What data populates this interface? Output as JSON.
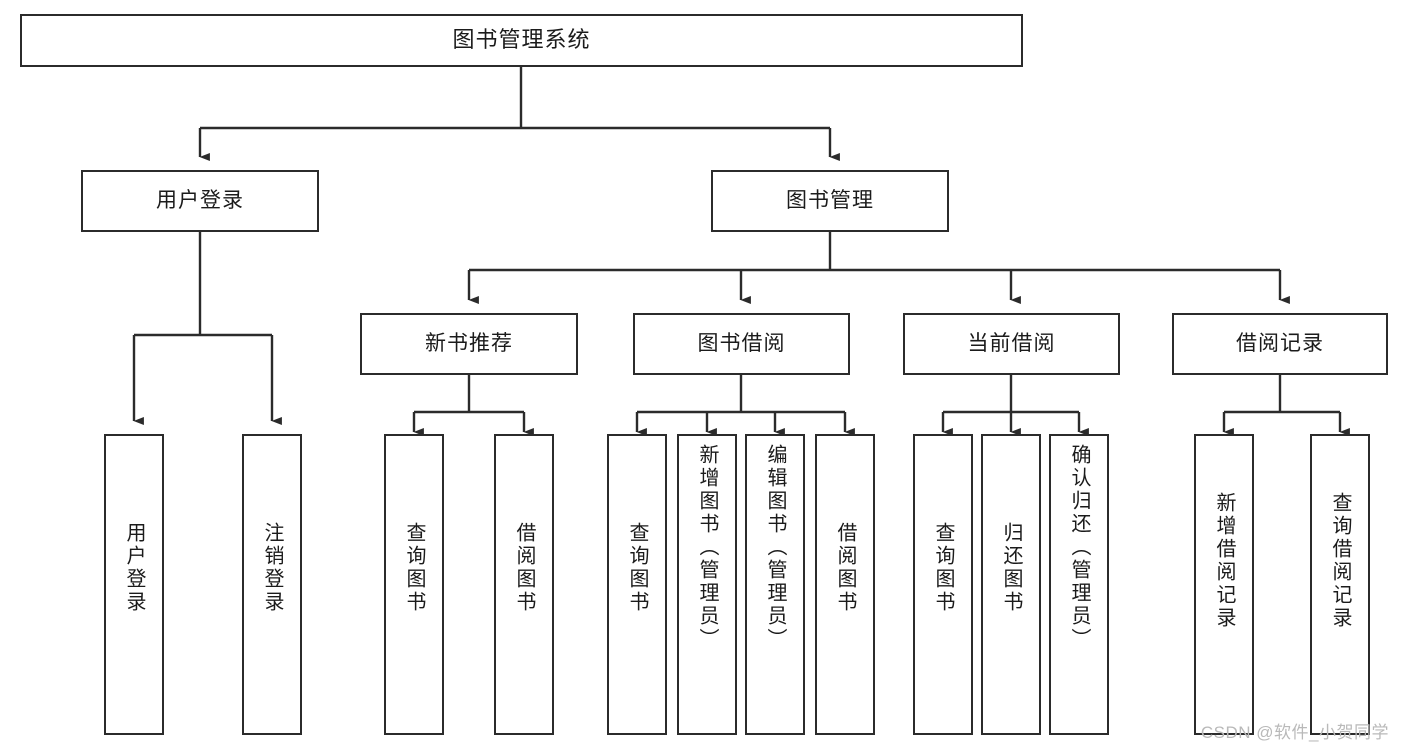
{
  "diagram": {
    "title": "图书管理系统",
    "type": "tree",
    "root": {
      "label": "图书管理系统"
    },
    "level2": [
      {
        "label": "用户登录"
      },
      {
        "label": "图书管理"
      }
    ],
    "level3": [
      {
        "label": "新书推荐",
        "parent": "图书管理"
      },
      {
        "label": "图书借阅",
        "parent": "图书管理"
      },
      {
        "label": "当前借阅",
        "parent": "图书管理"
      },
      {
        "label": "借阅记录",
        "parent": "图书管理"
      }
    ],
    "leaves": {
      "user_login": [
        {
          "label": "用户登录"
        },
        {
          "label": "注销登录"
        }
      ],
      "new_book": [
        {
          "label": "查询图书"
        },
        {
          "label": "借阅图书"
        }
      ],
      "borrow_book": [
        {
          "label": "查询图书"
        },
        {
          "label": "新增图书（管理员）"
        },
        {
          "label": "编辑图书（管理员）"
        },
        {
          "label": "借阅图书"
        }
      ],
      "current_borrow": [
        {
          "label": "查询图书"
        },
        {
          "label": "归还图书"
        },
        {
          "label": "确认归还（管理员）"
        }
      ],
      "borrow_record": [
        {
          "label": "新增借阅记录"
        },
        {
          "label": "查询借阅记录"
        }
      ]
    }
  },
  "watermark": {
    "text": "CSDN @软件_小贺同学"
  },
  "colors": {
    "stroke": "#2b2b2b",
    "fill": "#ffffff",
    "text": "#1b1b1b",
    "watermark": "#b9b9b9"
  }
}
